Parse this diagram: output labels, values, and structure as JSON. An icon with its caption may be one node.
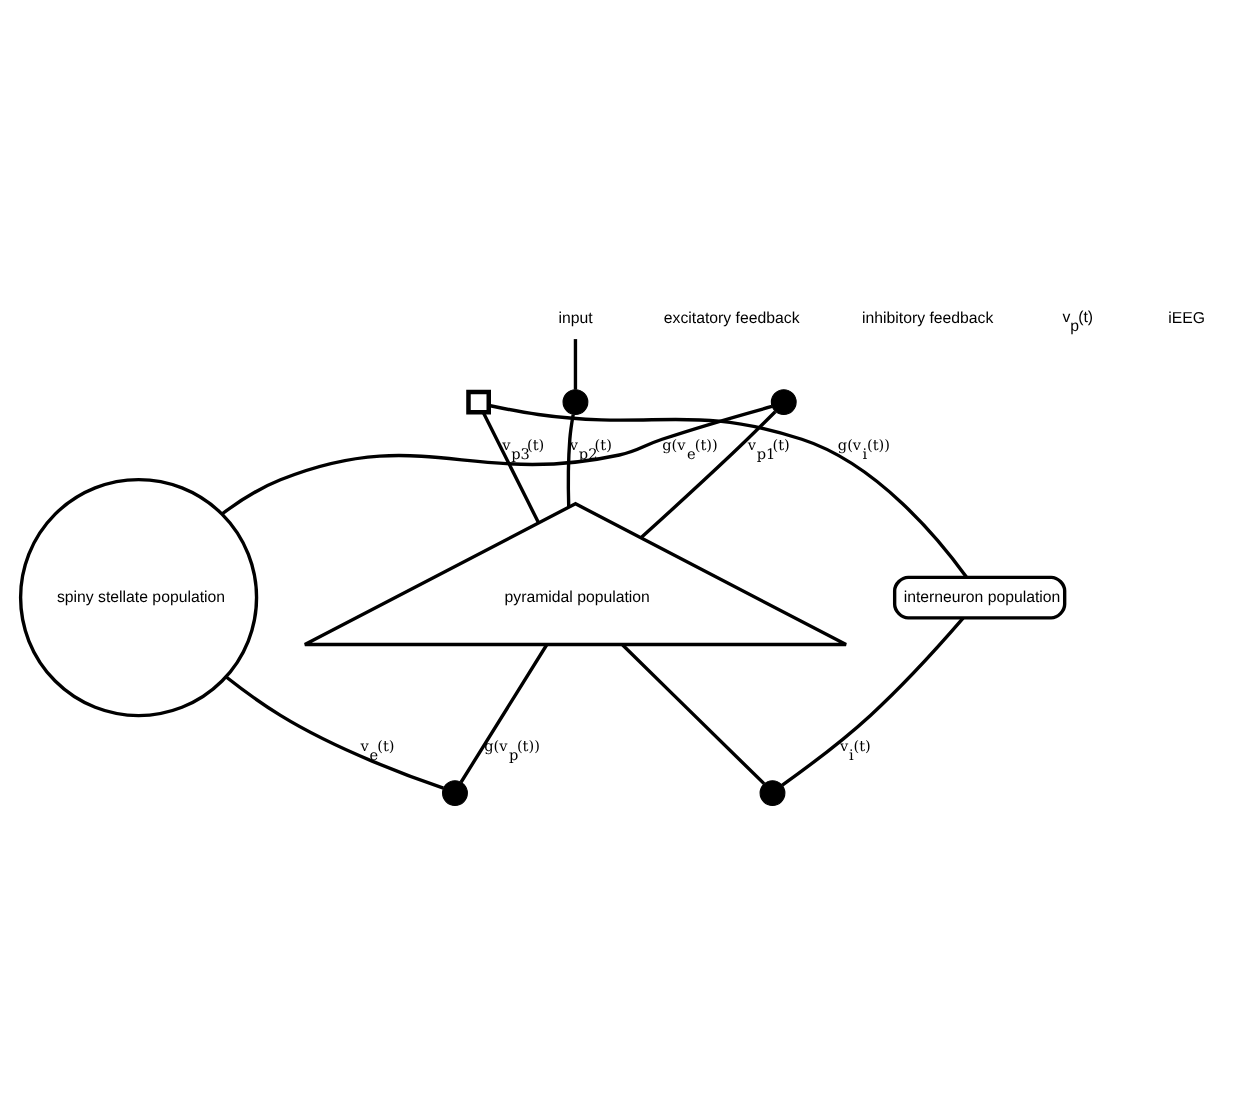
{
  "diagram": {
    "nodes": [
      {
        "text": [
          "input"
        ]
      },
      {
        "text": [],
        "shape": "circle"
      },
      {
        "text": [],
        "shape": "circle"
      },
      {
        "text": [],
        "shape": "box"
      },
      {
        "text": [
          "spiny stellate population"
        ]
      },
      {
        "text": [
          "pyramidal population"
        ]
      },
      {
        "text": [
          "interneuron population"
        ]
      },
      {
        "text": [],
        "shape": "circle"
      },
      {
        "text": [],
        "shape": "circle"
      }
    ],
    "edges": [
      {
        "from": 0,
        "to": 1,
        "arrow": "none"
      },
      {
        "from": 2,
        "to": 5,
        "arrow": "none",
        "label": "v$_{p1}$(t)"
      },
      {
        "from": 1,
        "to": 5,
        "arrow": "none",
        "label": "v$_{p2}$(t)"
      },
      {
        "from": 3,
        "to": 5,
        "arrow": "none",
        "label": "v$_{p3}$(t)"
      },
      {
        "from": 5,
        "to": 7,
        "arrow": "none",
        "label": "g(v$_{p}$(t))"
      },
      {
        "from": 5,
        "to": 8,
        "arrow": "none"
      },
      {
        "from": 7,
        "to": 4,
        "arrow": "none",
        "label": "v$_{e}$(t)"
      },
      {
        "from": 8,
        "to": 6,
        "arrow": "none",
        "label": "v$_{i}$(t)"
      },
      {
        "from": 4,
        "to": 2,
        "arrow": "none",
        "label": "g(v$_{e}$(t))"
      },
      {
        "from": 6,
        "to": 3,
        "arrow": "none",
        "label": "g(v$_{i}$(t))"
      }
    ],
    "labels": [
      "excitatory feedback",
      "inhibitory feedback",
      "v$_{p}$(t)",
      "iEEG"
    ]
  }
}
